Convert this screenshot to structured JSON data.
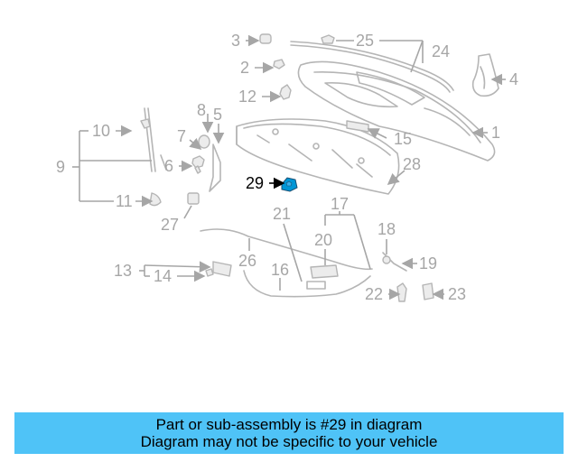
{
  "diagram": {
    "highlight_color": "#0096d6",
    "highlighted_part": "29",
    "callouts": [
      "1",
      "2",
      "3",
      "4",
      "5",
      "6",
      "7",
      "8",
      "9",
      "10",
      "11",
      "12",
      "13",
      "14",
      "15",
      "16",
      "17",
      "18",
      "19",
      "20",
      "21",
      "22",
      "23",
      "24",
      "25",
      "26",
      "27",
      "28",
      "29"
    ]
  },
  "banner": {
    "line1": "Part or sub-assembly is #29 in diagram",
    "line2": "Diagram may not be specific to your vehicle",
    "color": "#4fc3f7"
  }
}
